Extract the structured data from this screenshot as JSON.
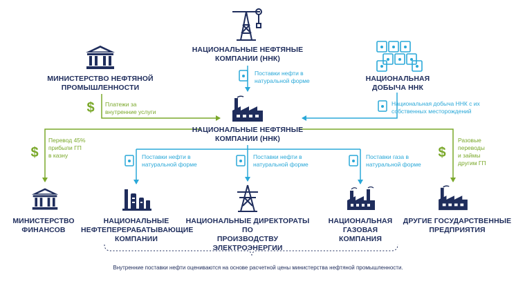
{
  "colors": {
    "navy": "#1f2d5c",
    "blue": "#2aa8d8",
    "green": "#7aa82a"
  },
  "nodes": {
    "nnk_top": [
      "НАЦИОНАЛЬНЫЕ НЕФТЯНЫЕ",
      "КОМПАНИИ (ННК)"
    ],
    "ministry_oil": [
      "МИНИСТЕРСТВО НЕФТЯНОЙ",
      "ПРОМЫШЛЕННОСТИ"
    ],
    "national_production": [
      "НАЦИОНАЛЬНАЯ",
      "ДОБЫЧА ННК"
    ],
    "nnk_center": [
      "НАЦИОНАЛЬНЫЕ НЕФТЯНЫЕ",
      "КОМПАНИИ (ННК)"
    ],
    "ministry_finance": [
      "МИНИСТЕРСТВО",
      "ФИНАНСОВ"
    ],
    "refining": [
      "НАЦИОНАЛЬНЫЕ",
      "НЕФТЕПЕРЕРАБАТЫВАЮЩИЕ",
      "КОМПАНИИ"
    ],
    "power": [
      "НАЦИОНАЛЬНЫЕ ДИРЕКТОРАТЫ ПО",
      "ПРОИЗВОДСТВУ ЭЛЕКТРОЭНЕРГИИ"
    ],
    "gas": [
      "НАЦИОНАЛЬНАЯ",
      "ГАЗОВАЯ КОМПАНИЯ"
    ],
    "other_state": [
      "ДРУГИЕ ГОСУДАРСТВЕННЫЕ",
      "ПРЕДПРИЯТИЯ"
    ]
  },
  "flows": {
    "oil_in_kind_top": [
      "Поставки нефти в",
      "натуральной форме"
    ],
    "payments_services": [
      "Платежи за",
      "внутренние услуги"
    ],
    "nnk_own_fields": [
      "Национальная добыча ННК с их",
      "собственных месторождений"
    ],
    "profit_transfer": [
      "Перевод 45%",
      "прибыли ГП",
      "в казну"
    ],
    "oil_to_refining": [
      "Поставки нефти в",
      "натуральной форме"
    ],
    "oil_to_power": [
      "Поставки нефти в",
      "натуральной форме"
    ],
    "gas_supply": [
      "Поставки газа в",
      "натуральной форме"
    ],
    "transfers_loans": [
      "Разовые",
      "переводы",
      "и займы",
      "другим ГП"
    ]
  },
  "footnote": "Внутренние поставки нефти оцениваются на основе расчетной цены министерства нефтяной промышленности.",
  "icons": [
    "oil-derrick-icon",
    "bank-icon",
    "oil-barrels-icon",
    "factory-icon",
    "oil-barrel-icon",
    "dollar-icon",
    "refinery-icon",
    "power-pylon-icon",
    "gas-plant-icon"
  ]
}
